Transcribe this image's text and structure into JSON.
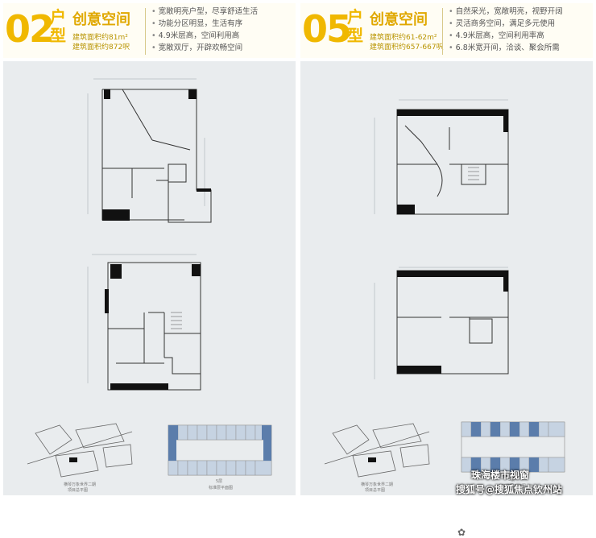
{
  "left": {
    "number": "02",
    "type_word": "户型",
    "title": "创意空间",
    "area_line1": "建筑面积约81m²",
    "area_line2": "建筑面积约872呎",
    "features": [
      "宽敞明亮户型，尽享舒适生活",
      "功能分区明显，生活有序",
      "4.9米层高，空间利用高",
      "宽敞双厅，开辟欢畅空间"
    ],
    "map_caption1": "横琴万象世界二期",
    "map_caption2": "项目总平图",
    "floor_caption1": "5层",
    "floor_caption2": "标准层平面图"
  },
  "right": {
    "number": "05",
    "type_word": "户型",
    "title": "创意空间",
    "area_line1": "建筑面积约61-62m²",
    "area_line2": "建筑面积约657-667呎",
    "features": [
      "自然采光，宽敞明亮，视野开阔",
      "灵活商务空间，满足多元使用",
      "4.9米层高，空间利用率高",
      "6.8米宽开间，洽谈、聚会所需"
    ],
    "map_caption1": "横琴万象世界二期",
    "map_caption2": "项目总平图",
    "floor_caption1": "5层",
    "floor_caption2": "标准层平面图"
  },
  "watermark": {
    "account": "珠海楼市视窗",
    "credit": "搜狐号@搜狐焦点钦州站"
  },
  "colors": {
    "accent": "#f0b800",
    "plan_bg": "#e9ecee",
    "wall": "#111111",
    "unit_blue": "#5b7dab"
  }
}
